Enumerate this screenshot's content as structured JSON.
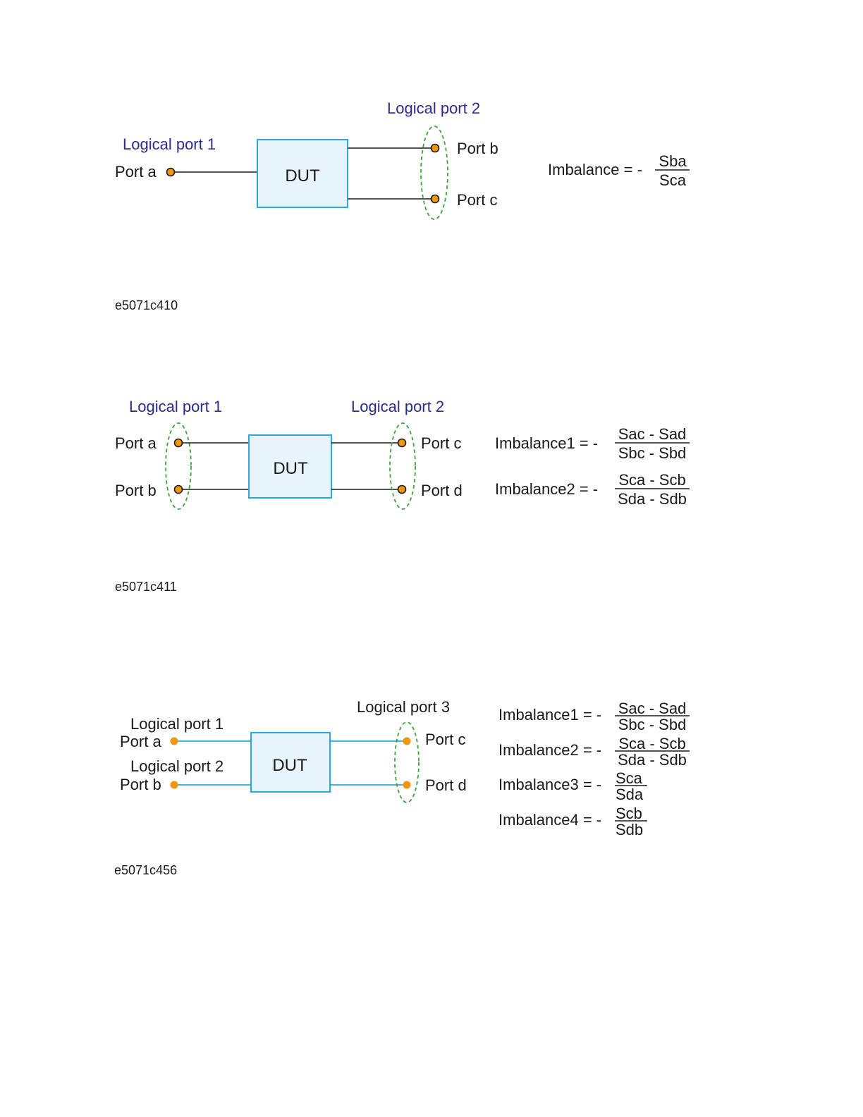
{
  "colors": {
    "dut_fill": "#e8f4fc",
    "dut_stroke": "#2aa8e0",
    "terminal": "#f0960f",
    "group_ellipse": "#3aa63a",
    "logical_port_text": "#2b2b8f",
    "wire_black": "#1a1a1a",
    "wire_blue": "#2aa8e0"
  },
  "icons": {
    "terminal": "orange-circle-terminal",
    "group": "green-dashed-ellipse"
  },
  "figure1": {
    "logical_port_1": "Logical port 1",
    "logical_port_2": "Logical port 2",
    "port_a": "Port a",
    "port_b": "Port b",
    "port_c": "Port c",
    "dut": "DUT",
    "formula": {
      "label": "Imbalance = -",
      "num": "Sba",
      "den": "Sca"
    },
    "caption": "e5071c410"
  },
  "figure2": {
    "logical_port_1": "Logical port 1",
    "logical_port_2": "Logical port 2",
    "port_a": "Port a",
    "port_b": "Port b",
    "port_c": "Port c",
    "port_d": "Port d",
    "dut": "DUT",
    "formulas": [
      {
        "label": "Imbalance1 = -",
        "num": "Sac - Sad",
        "den": "Sbc - Sbd"
      },
      {
        "label": "Imbalance2 = -",
        "num": "Sca - Scb",
        "den": "Sda - Sdb"
      }
    ],
    "caption": "e5071c411"
  },
  "figure3": {
    "logical_port_1": "Logical port 1",
    "logical_port_2": "Logical port 2",
    "logical_port_3": "Logical port 3",
    "port_a": "Port a",
    "port_b": "Port b",
    "port_c": "Port c",
    "port_d": "Port d",
    "dut": "DUT",
    "formulas": [
      {
        "label": "Imbalance1 = -",
        "num": "Sac - Sad",
        "den": "Sbc - Sbd"
      },
      {
        "label": "Imbalance2 = -",
        "num": "Sca - Scb",
        "den": "Sda - Sdb"
      },
      {
        "label": "Imbalance3 = -",
        "num": "Sca",
        "den": "Sda"
      },
      {
        "label": "Imbalance4 = -",
        "num": "Scb",
        "den": "Sdb"
      }
    ],
    "caption": "e5071c456"
  }
}
